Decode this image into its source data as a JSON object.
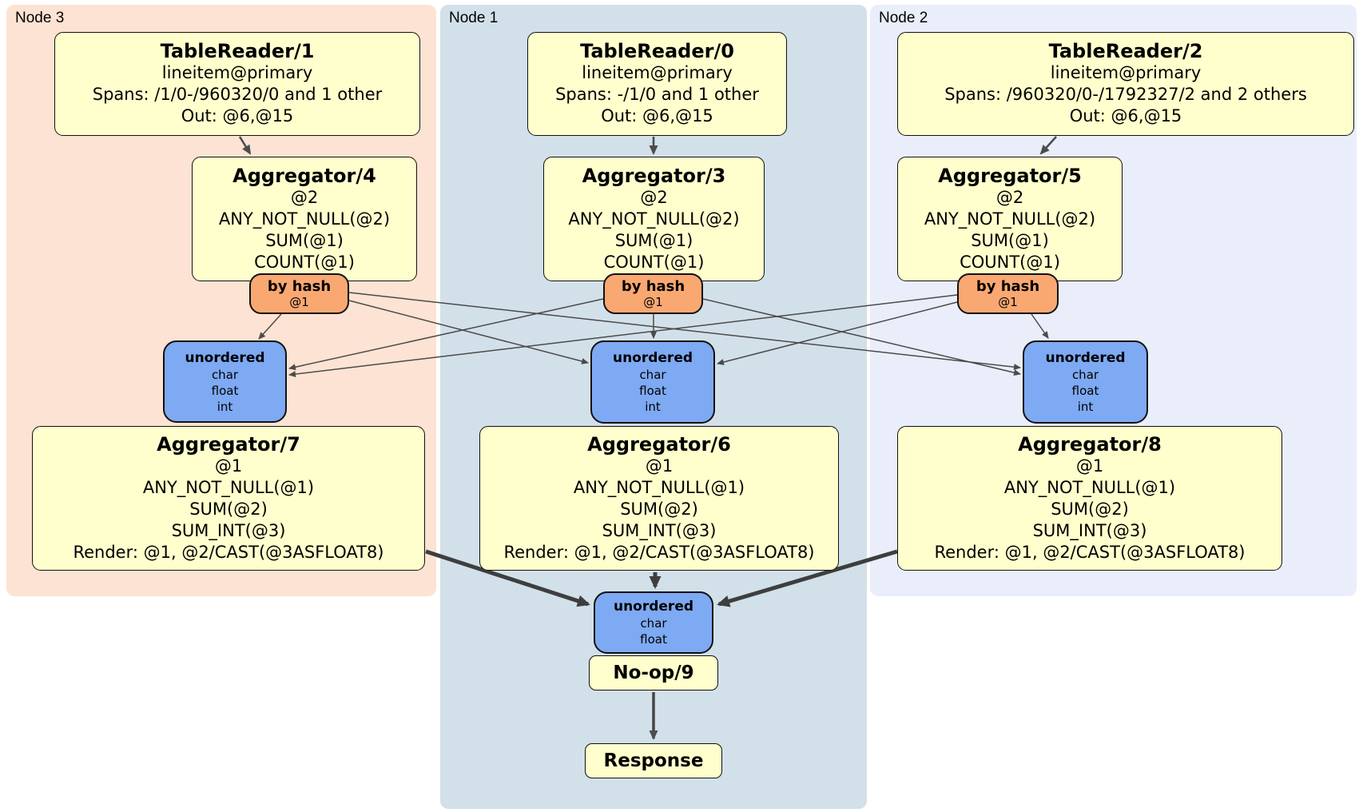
{
  "colors": {
    "region_node3": "#fce3d3",
    "region_node1": "#d2e0e9",
    "region_node2": "#e9eefa",
    "processor_fill": "#ffffcd",
    "router_fill": "#f9a872",
    "sync_fill": "#7ea9f3",
    "edge": "#4a4a4a"
  },
  "nodes": [
    {
      "label": "Node 3",
      "table_reader": {
        "title": "TableReader/1",
        "lines": [
          "lineitem@primary",
          "Spans: /1/0-/960320/0 and 1 other",
          "Out: @6,@15"
        ]
      },
      "first_aggregator": {
        "title": "Aggregator/4",
        "lines": [
          "@2",
          "ANY_NOT_NULL(@2)",
          "SUM(@1)",
          "COUNT(@1)"
        ]
      },
      "hash_router": {
        "title": "by hash",
        "column": "@1"
      },
      "sync": {
        "title": "unordered",
        "streams": [
          "char",
          "float",
          "int"
        ]
      },
      "second_aggregator": {
        "title": "Aggregator/7",
        "lines": [
          "@1",
          "ANY_NOT_NULL(@1)",
          "SUM(@2)",
          "SUM_INT(@3)",
          "Render: @1, @2/CAST(@3ASFLOAT8)"
        ]
      }
    },
    {
      "label": "Node 1",
      "table_reader": {
        "title": "TableReader/0",
        "lines": [
          "lineitem@primary",
          "Spans: -/1/0 and 1 other",
          "Out: @6,@15"
        ]
      },
      "first_aggregator": {
        "title": "Aggregator/3",
        "lines": [
          "@2",
          "ANY_NOT_NULL(@2)",
          "SUM(@1)",
          "COUNT(@1)"
        ]
      },
      "hash_router": {
        "title": "by hash",
        "column": "@1"
      },
      "sync": {
        "title": "unordered",
        "streams": [
          "char",
          "float",
          "int"
        ]
      },
      "second_aggregator": {
        "title": "Aggregator/6",
        "lines": [
          "@1",
          "ANY_NOT_NULL(@1)",
          "SUM(@2)",
          "SUM_INT(@3)",
          "Render: @1, @2/CAST(@3ASFLOAT8)"
        ]
      }
    },
    {
      "label": "Node 2",
      "table_reader": {
        "title": "TableReader/2",
        "lines": [
          "lineitem@primary",
          "Spans: /960320/0-/1792327/2 and 2 others",
          "Out: @6,@15"
        ]
      },
      "first_aggregator": {
        "title": "Aggregator/5",
        "lines": [
          "@2",
          "ANY_NOT_NULL(@2)",
          "SUM(@1)",
          "COUNT(@1)"
        ]
      },
      "hash_router": {
        "title": "by hash",
        "column": "@1"
      },
      "sync": {
        "title": "unordered",
        "streams": [
          "char",
          "float",
          "int"
        ]
      },
      "second_aggregator": {
        "title": "Aggregator/8",
        "lines": [
          "@1",
          "ANY_NOT_NULL(@1)",
          "SUM(@2)",
          "SUM_INT(@3)",
          "Render: @1, @2/CAST(@3ASFLOAT8)"
        ]
      }
    }
  ],
  "output": {
    "final_sync": {
      "title": "unordered",
      "streams": [
        "char",
        "float"
      ]
    },
    "noop": {
      "title": "No-op/9"
    },
    "response": {
      "title": "Response"
    }
  }
}
